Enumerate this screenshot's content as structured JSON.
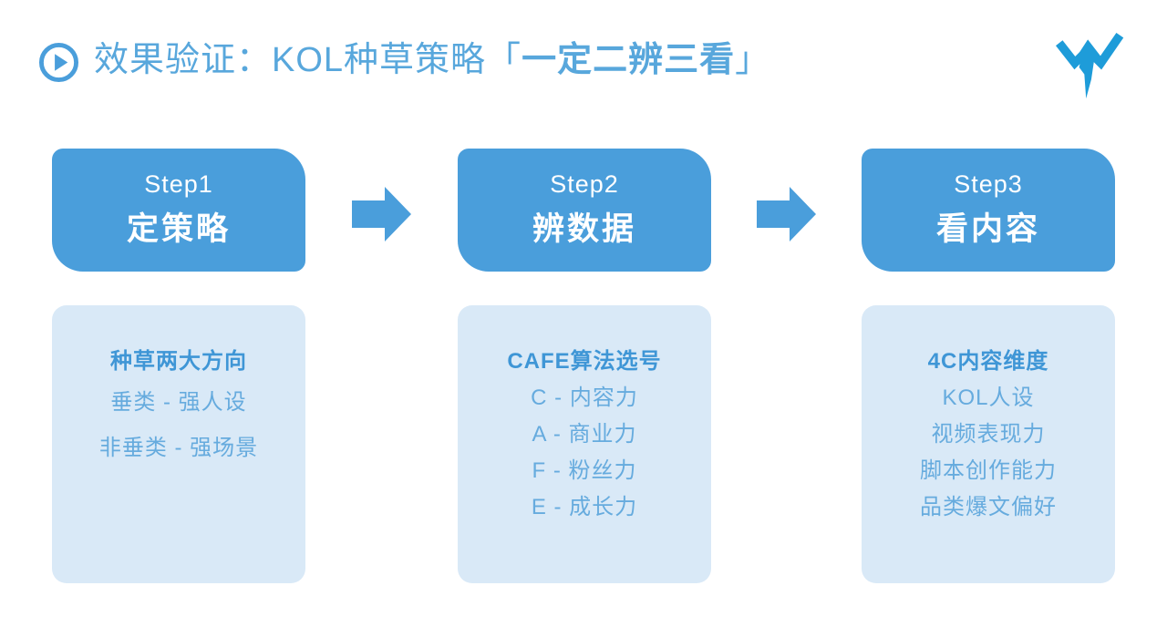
{
  "colors": {
    "accent": "#4a9edb",
    "title": "#58a7dc",
    "panel": "#d9e9f7",
    "heading": "#3f96d6",
    "item": "#66abde",
    "logo": "#1e9cd9",
    "step-text": "#ffffff"
  },
  "header": {
    "title_prefix": "效果验证：KOL种草策略",
    "bracket_open": "「",
    "title_emphasis": "一定二辨三看",
    "bracket_close": "」",
    "icons": {
      "play": "play-icon",
      "logo": "brand-logo-icon"
    }
  },
  "flow": {
    "arrow_icon": "arrow-right-icon",
    "steps": [
      {
        "label": "Step1",
        "title": "定策略",
        "panel": {
          "heading": "种草两大方向",
          "items": [
            "垂类 - 强人设",
            "非垂类 - 强场景"
          ]
        }
      },
      {
        "label": "Step2",
        "title": "辨数据",
        "panel": {
          "heading": "CAFE算法选号",
          "items": [
            "C - 内容力",
            "A - 商业力",
            "F - 粉丝力",
            "E - 成长力"
          ]
        }
      },
      {
        "label": "Step3",
        "title": "看内容",
        "panel": {
          "heading": "4C内容维度",
          "items": [
            "KOL人设",
            "视频表现力",
            "脚本创作能力",
            "品类爆文偏好"
          ]
        }
      }
    ]
  }
}
